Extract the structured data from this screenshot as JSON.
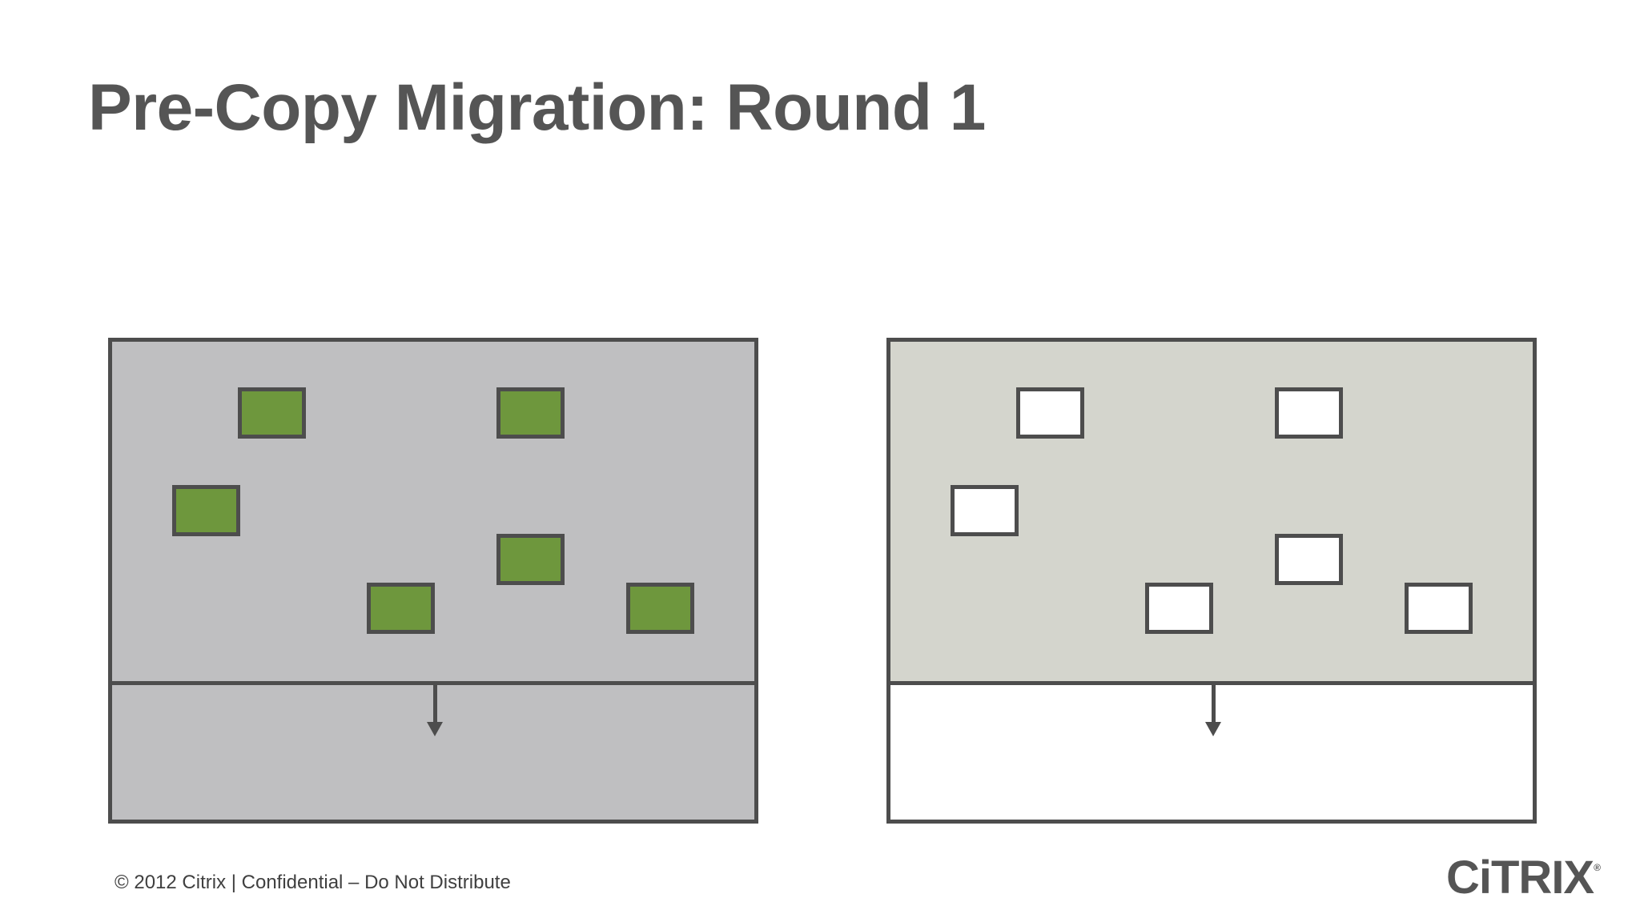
{
  "slide": {
    "title": "Pre-Copy Migration: Round 1",
    "footer": "© 2012 Citrix | Confidential – Do Not Distribute",
    "logo_text": "CiTRIX",
    "logo_mark": "®"
  },
  "colors": {
    "source_memory_bg": "#bfbfc1",
    "source_lower_bg": "#bfbfc1",
    "dest_memory_bg": "#d4d5cd",
    "dest_lower_bg": "#ffffff",
    "page_copied": "#6e973d",
    "page_empty": "#ffffff",
    "outline": "#4d4d4d"
  },
  "diagram": {
    "source_host": {
      "pages": 6,
      "page_state": "copied"
    },
    "destination_host": {
      "pages": 6,
      "page_state": "empty"
    }
  }
}
